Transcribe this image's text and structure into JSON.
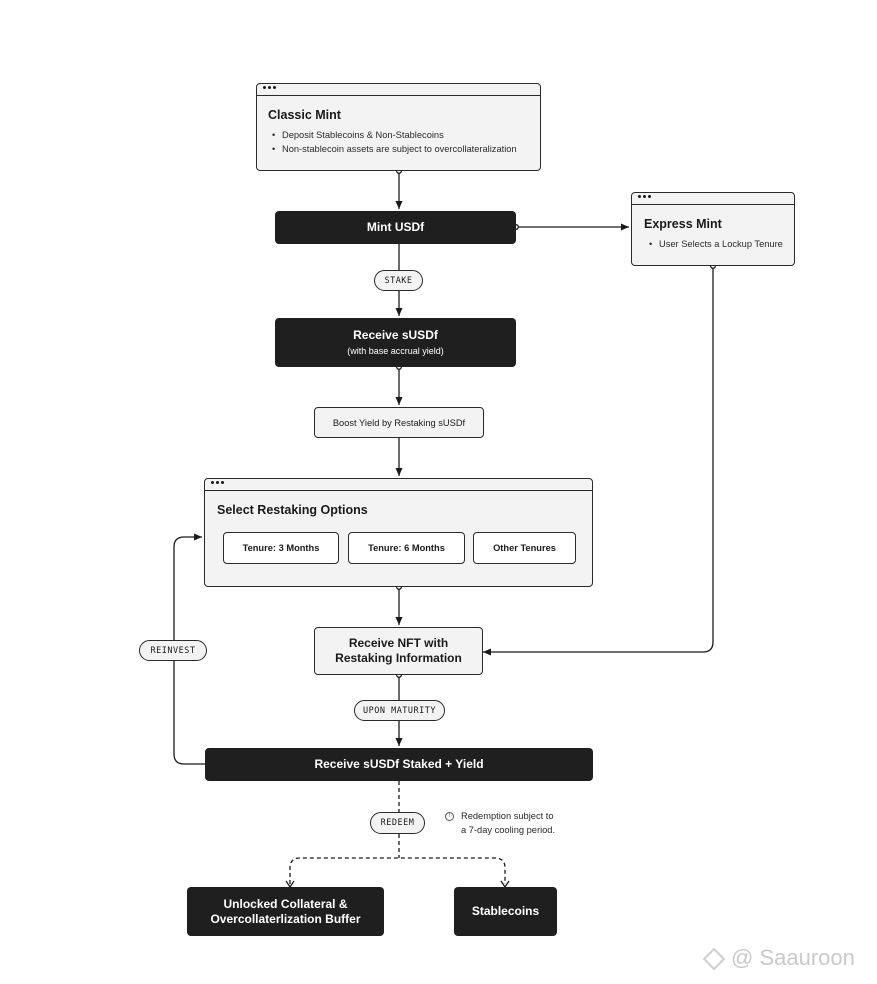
{
  "classic_mint": {
    "title": "Classic Mint",
    "bullets": [
      "Deposit Stablecoins & Non-Stablecoins",
      "Non-stablecoin assets are subject to overcollateralization"
    ]
  },
  "express_mint": {
    "title": "Express Mint",
    "bullets": [
      "User Selects a Lockup Tenure"
    ]
  },
  "mint_usdf": "Mint USDf",
  "stake_label": "STAKE",
  "receive_susdf": {
    "main": "Receive sUSDf",
    "sub": "(with base accrual yield)"
  },
  "boost_yield": "Boost Yield by Restaking sUSDf",
  "restaking": {
    "title": "Select Restaking Options",
    "options": [
      "Tenure: 3 Months",
      "Tenure: 6 Months",
      "Other Tenures"
    ]
  },
  "receive_nft": {
    "line1": "Receive NFT with",
    "line2": "Restaking Information"
  },
  "reinvest_label": "REINVEST",
  "upon_maturity_label": "UPON MATURITY",
  "receive_staked_yield": "Receive sUSDf Staked + Yield",
  "redeem_label": "REDEEM",
  "redemption_note": {
    "icon": "info-icon",
    "line1": "Redemption subject to",
    "line2": "a 7-day cooling period."
  },
  "outputs": {
    "collateral": {
      "line1": "Unlocked Collateral &",
      "line2": "Overcollaterlization Buffer"
    },
    "stablecoins": "Stablecoins"
  },
  "watermark": "@ Saauroon"
}
